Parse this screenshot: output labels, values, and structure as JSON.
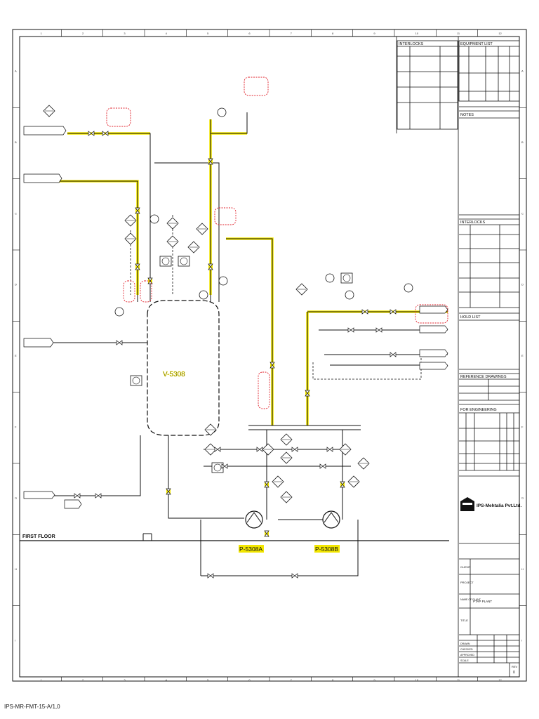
{
  "drawing": {
    "grid_cols_top": [
      "1",
      "2",
      "3",
      "4",
      "5",
      "6",
      "7",
      "8",
      "9",
      "10",
      "11",
      "12"
    ],
    "grid_rows_side": [
      "A",
      "B",
      "C",
      "D",
      "E",
      "F",
      "G",
      "H",
      "I"
    ],
    "footer_code": "IPS-MR-FMT-15-A/1,0"
  },
  "main": {
    "vessel_tag": "V-5308",
    "pump_a_tag": "P-5308A",
    "pump_b_tag": "P-5308B",
    "floor_label": "FIRST FLOOR"
  },
  "panel": {
    "interlocks_title": "INTERLOCKS",
    "equipment_list_title": "EQUIPMENT LIST",
    "notes_title": "NOTES",
    "interlocks2_title": "INTERLOCKS",
    "hold_list_title": "HOLD LIST",
    "reference_title": "REFERENCE DRAWINGS",
    "engineering_title": "FOR ENGINEERING",
    "company": {
      "name": "IPS-Mehtalia Pvt.Ltd."
    },
    "title_rows": {
      "client_label": "CLIENT",
      "project_label": "PROJECT",
      "plant_label": "NAME OF PLANT",
      "plant_value": "PTAP PLANT",
      "title_label": "TITLE"
    },
    "sign_rows": [
      {
        "label": "DRAWN"
      },
      {
        "label": "CHECKED"
      },
      {
        "label": "APPROVED"
      },
      {
        "label": "SCALE"
      }
    ],
    "rev_label": "REV",
    "rev_value": "0"
  },
  "colors": {
    "line": "#111111",
    "highlight": "#f2e600",
    "cloud": "#e0202a"
  }
}
